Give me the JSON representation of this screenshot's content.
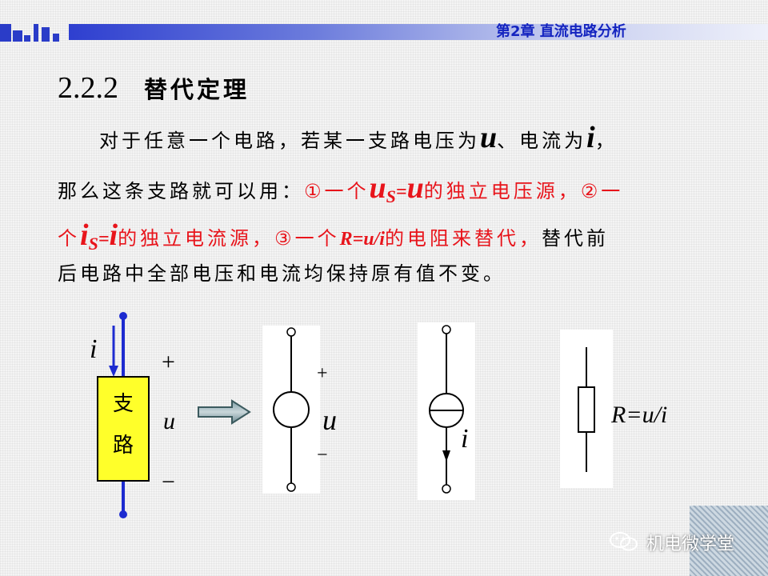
{
  "header": {
    "chapter": "第2章 直流电路分析"
  },
  "section": {
    "number": "2.2.2",
    "title": "替代定理"
  },
  "paragraph": {
    "l1_text": "对于任意一个电路，若某一支路电压为",
    "l1_u": "u",
    "l1_mid": "、电流为",
    "l1_i": "i",
    "l1_end": "，",
    "l2_text": "那么这条支路就可以用：",
    "l2_red1": "①一个",
    "l2_us": "u",
    "l2_us_sub": "S",
    "l2_eq": "=",
    "l2_u": "u",
    "l2_red2": "的独立电压源，②一",
    "l3_red1": "个",
    "l3_is": "i",
    "l3_is_sub": "S",
    "l3_eq": "=",
    "l3_i": "i",
    "l3_red2": "的独立电流源，③一个",
    "l3_r": "R=u/i",
    "l3_red3": "的电阻来替代，",
    "l3_tail": "替代前",
    "l4_text": "后电路中全部电压和电流均保持原有值不变。"
  },
  "diagram": {
    "branch_char1": "支",
    "branch_char2": "路",
    "current_label": "i",
    "voltage_label": "u",
    "plus": "+",
    "minus": "−",
    "vs_plus": "+",
    "vs_u": "u",
    "vs_minus": "−",
    "cs_i": "i",
    "resistor_label": "R=u/i"
  },
  "watermark": {
    "text": "机电微学堂"
  },
  "colors": {
    "accent_blue": "#1424c0",
    "highlight_red": "#e8141b",
    "branch_yellow": "#ffff2a"
  }
}
